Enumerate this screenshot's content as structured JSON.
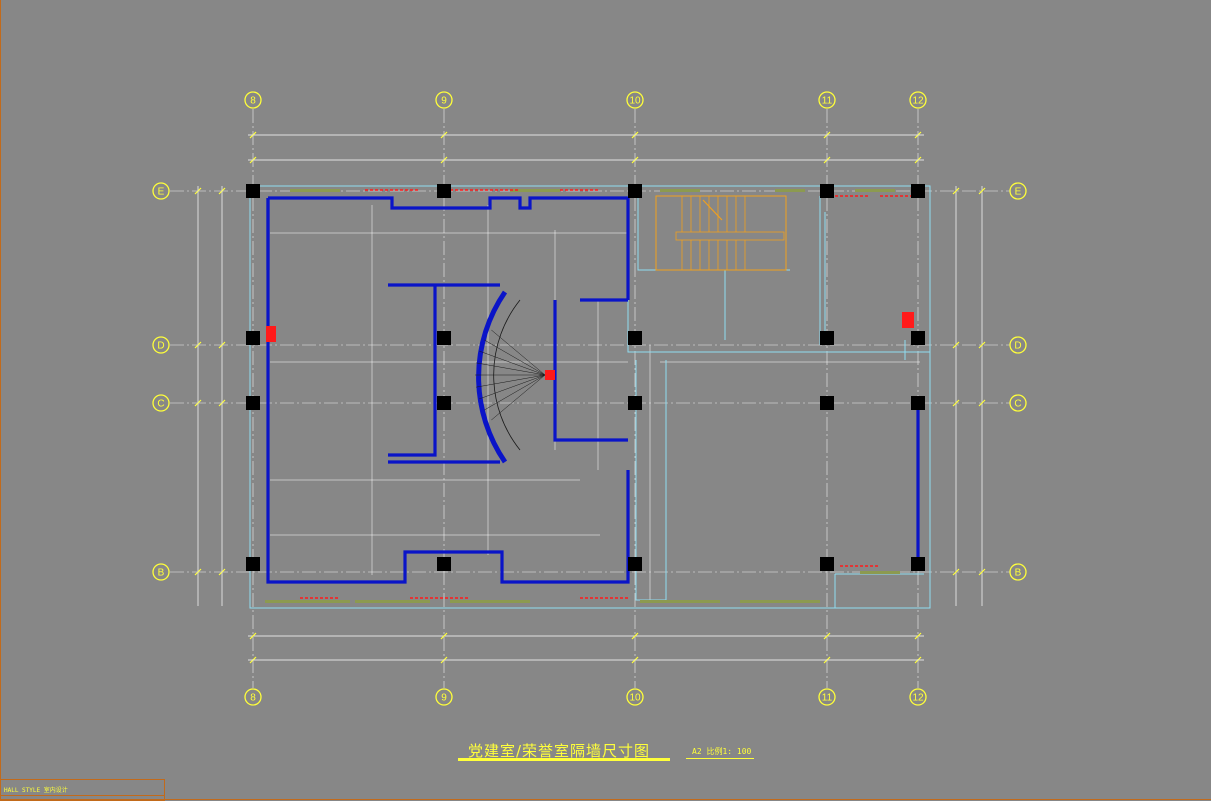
{
  "drawing": {
    "title": "党建室/荣誉室隔墙尺寸图",
    "scale": "A2 比例1: 100",
    "titleblock_text": "HALL STYLE 室内设计"
  },
  "grid": {
    "columns": [
      "8",
      "9",
      "10",
      "11",
      "12"
    ],
    "rows": [
      "E",
      "D",
      "C",
      "B"
    ]
  },
  "colors": {
    "background": "#878787",
    "wall_blue": "#0a14c8",
    "thin_wall_cyan": "#8fdcf0",
    "dimension_yellow": "#ffff3a",
    "column_black": "#000000",
    "axis_white": "#f0f0f0",
    "window_green": "#8c9a50",
    "door_red": "#ff1a1a",
    "stair_orange": "#f0a01e",
    "frame_orange": "#c26a1a"
  }
}
